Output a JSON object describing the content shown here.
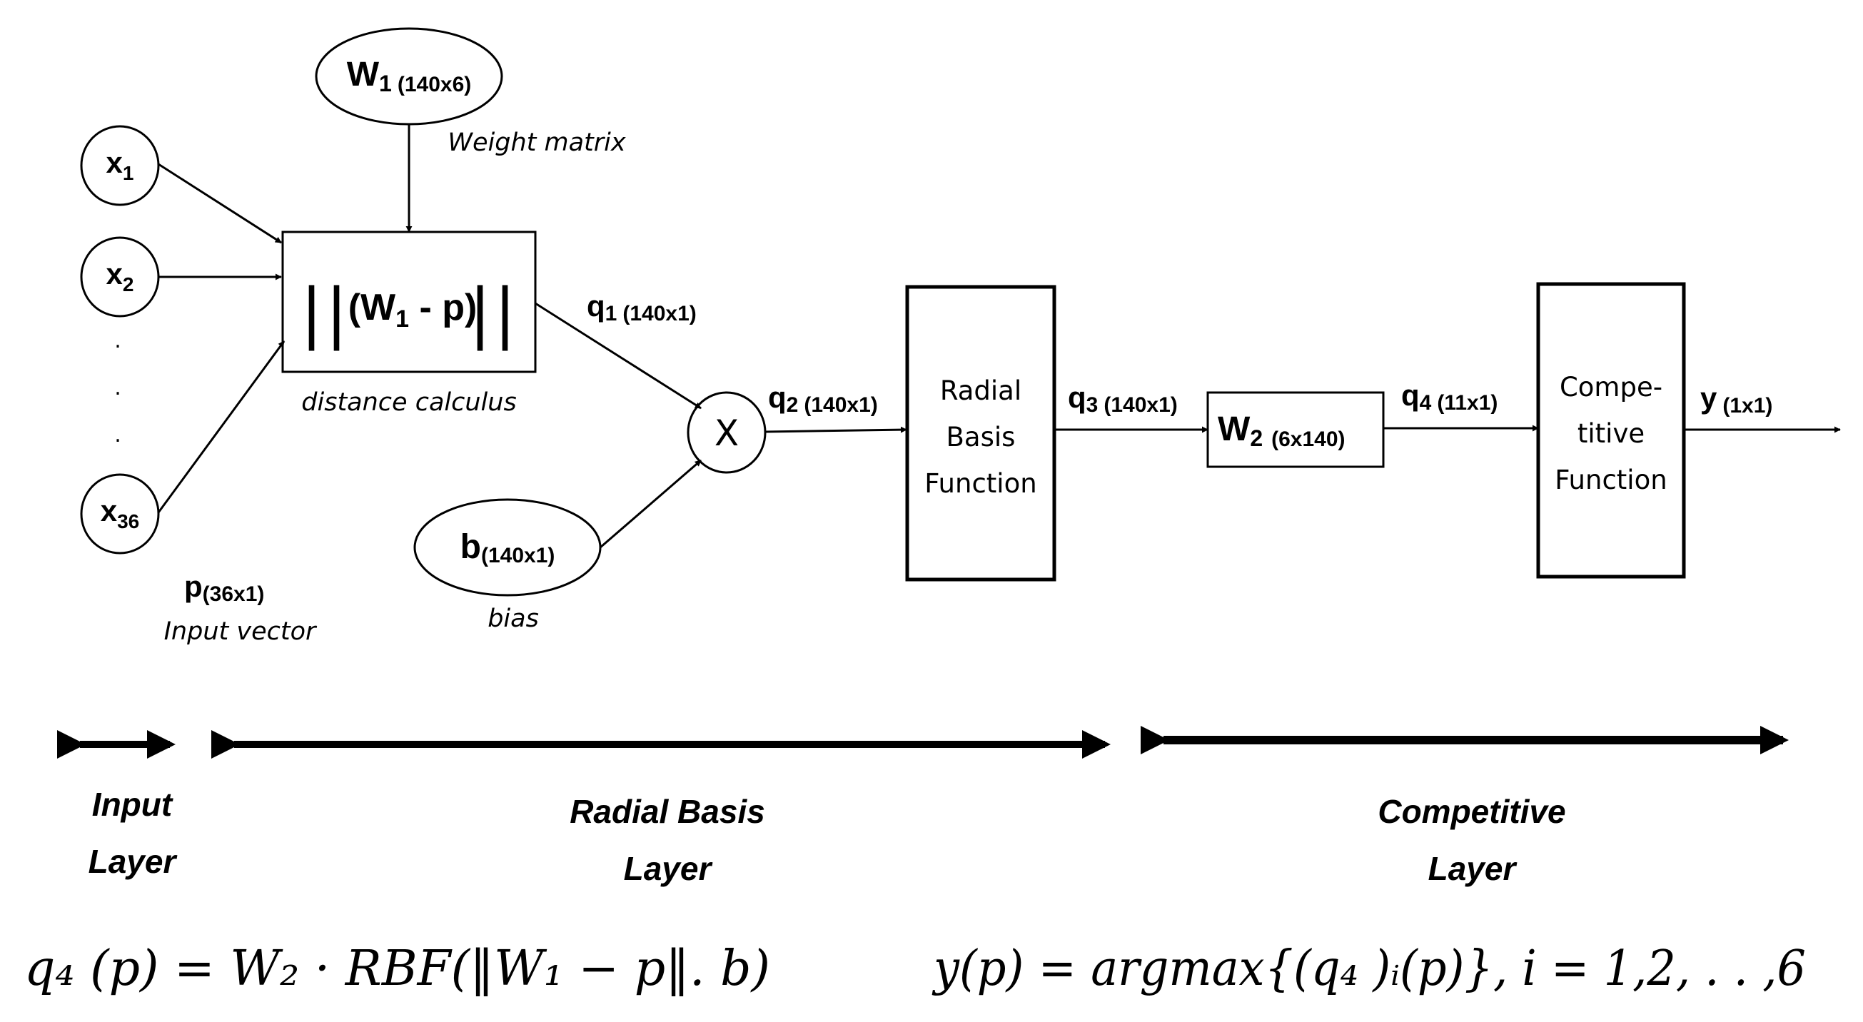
{
  "inputs": {
    "x1": {
      "base": "x",
      "sub": "1"
    },
    "x2": {
      "base": "x",
      "sub": "2"
    },
    "dots": ".",
    "x36": {
      "base": "x",
      "sub": "36"
    },
    "p_base": "p",
    "p_dim": "(36x1)",
    "p_caption": "Input vector"
  },
  "weight": {
    "base": "W",
    "sub": "1",
    "dim": "(140x6)",
    "caption": "Weight matrix"
  },
  "distance": {
    "left_bars": "||",
    "open": "(W",
    "sub": "1",
    "rest": " - p)",
    "right_bars": "||",
    "caption": "distance calculus"
  },
  "bias": {
    "base": "b",
    "dim": "(140x1)",
    "caption": "bias"
  },
  "multiply": {
    "symbol": "X"
  },
  "signals": {
    "q1": {
      "base": "q",
      "sub": "1",
      "dim": "(140x1)"
    },
    "q2": {
      "base": "q",
      "sub": "2",
      "dim": "(140x1)"
    },
    "q3": {
      "base": "q",
      "sub": "3",
      "dim": "(140x1)"
    },
    "q4": {
      "base": "q",
      "sub": "4",
      "dim": "(11x1)"
    },
    "y": {
      "base": "y",
      "dim": "(1x1)"
    }
  },
  "rbf_box": {
    "line1": "Radial",
    "line2": "Basis",
    "line3": "Function"
  },
  "w2_box": {
    "base": "W",
    "sub": "2",
    "dim": "(6x140)"
  },
  "comp_box": {
    "line1": "Compe-",
    "line2": "titive",
    "line3": "Function"
  },
  "layers": {
    "input": {
      "line1": "Input",
      "line2": "Layer"
    },
    "rbf": {
      "line1": "Radial Basis",
      "line2": "Layer"
    },
    "competitive": {
      "line1": "Competitive",
      "line2": "Layer"
    }
  },
  "equations": {
    "eq1": "q₄ (p) = W₂  · RBF(‖W₁  − p‖. b)",
    "eq2": "y(p) = argmax{(q₄ )ᵢ(p)},  i = 1,2, . . ,6"
  }
}
